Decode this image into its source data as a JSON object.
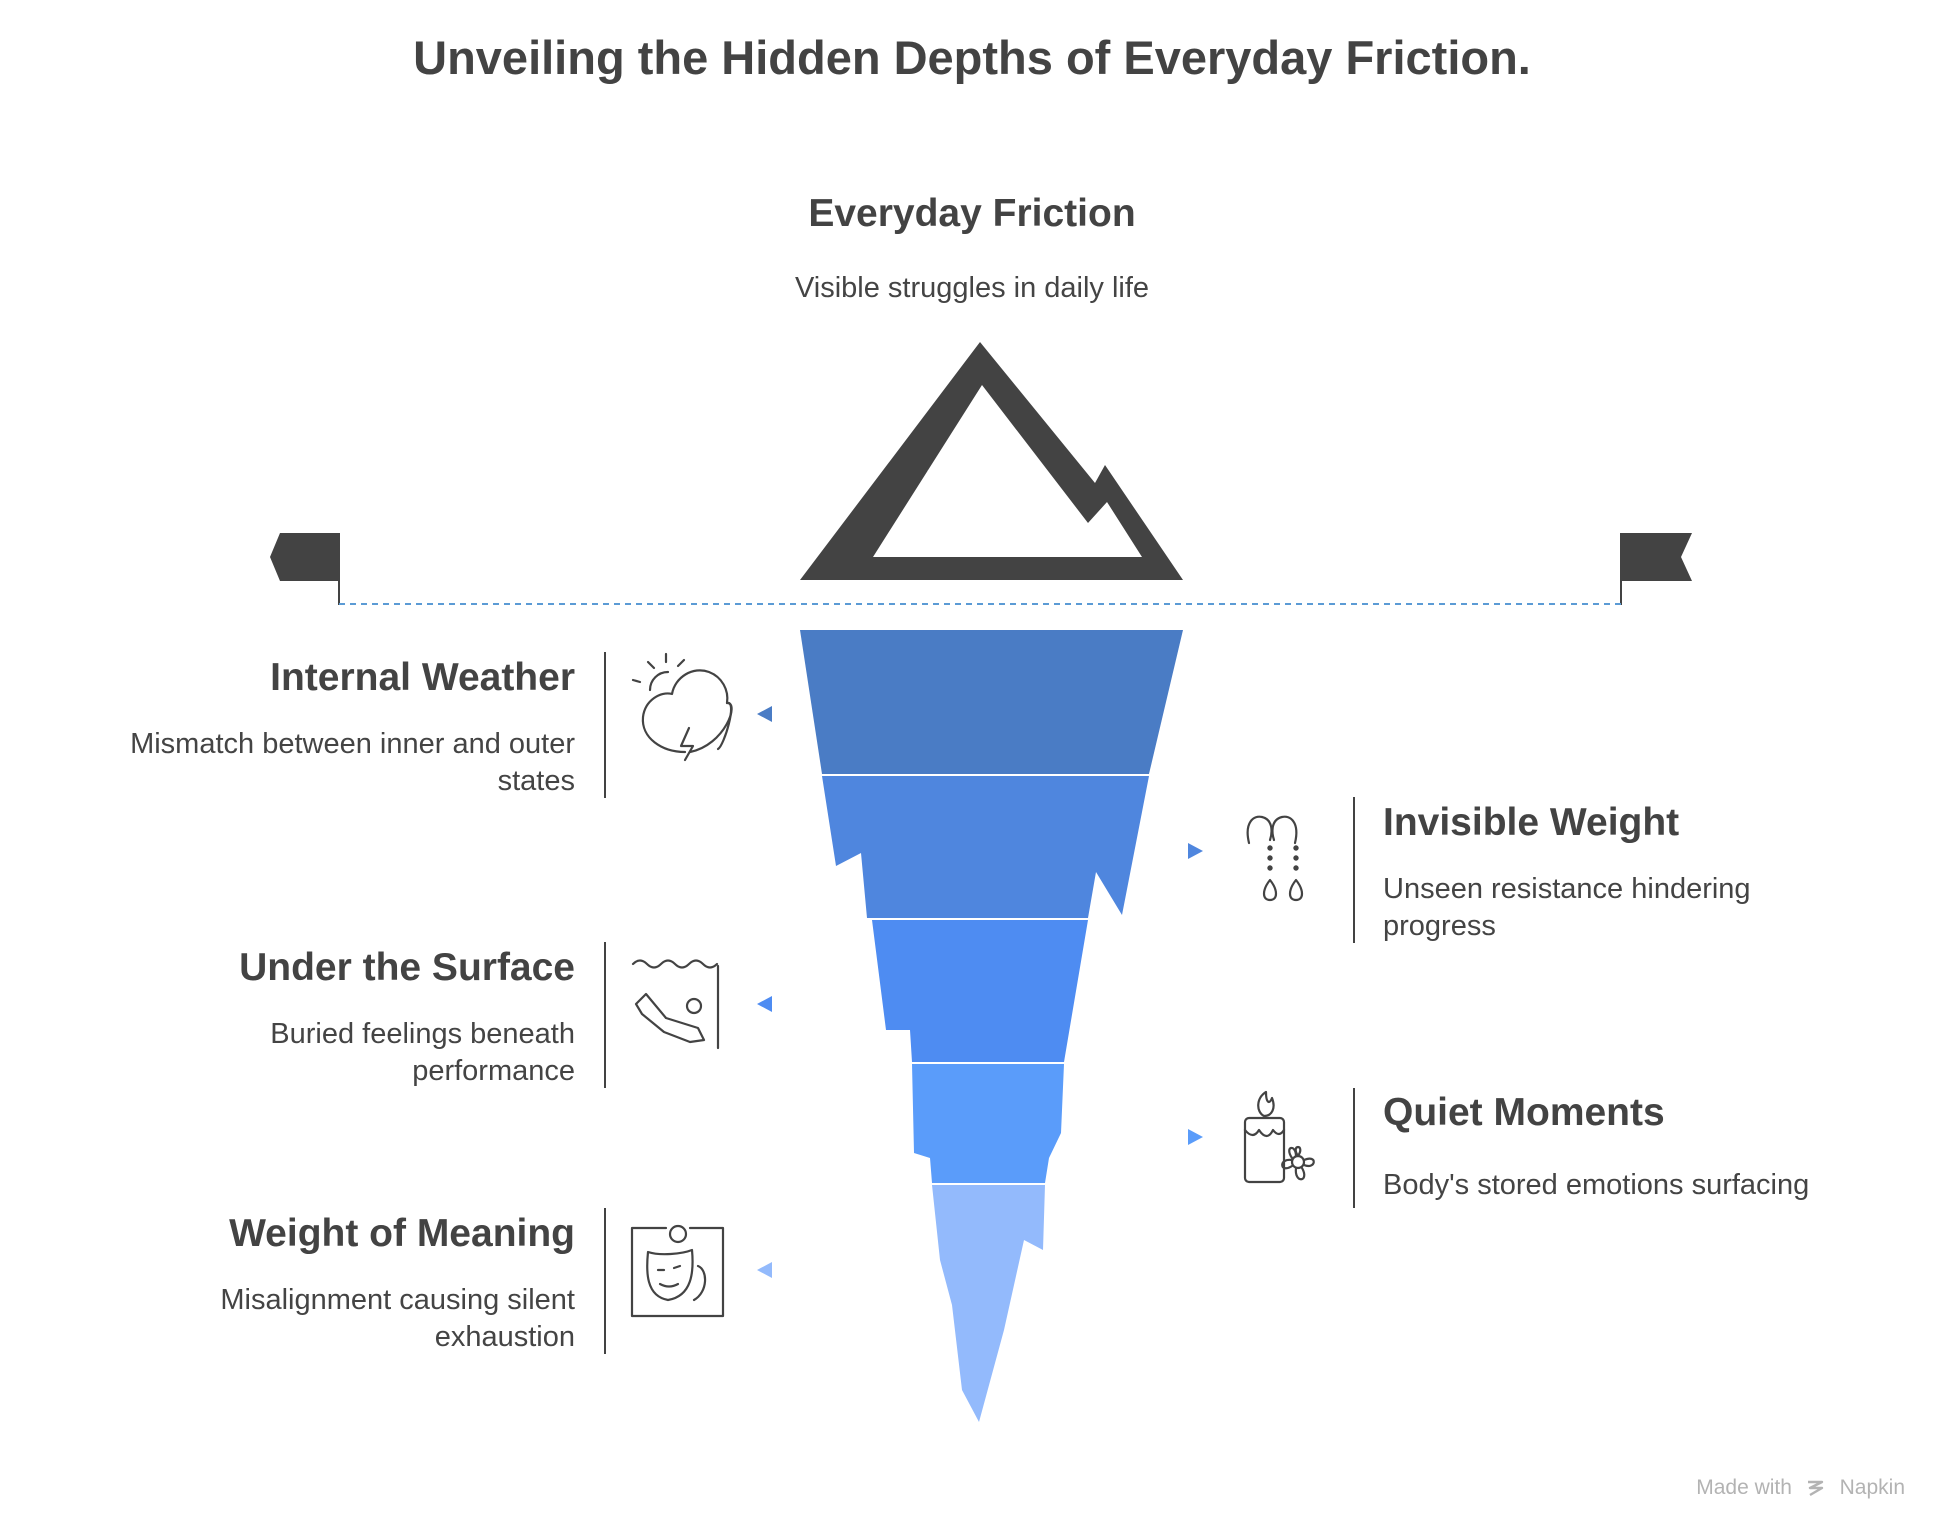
{
  "title": "Unveiling the Hidden Depths of Everyday Friction.",
  "top": {
    "heading": "Everyday Friction",
    "description": "Visible struggles in daily life"
  },
  "left_items": [
    {
      "heading": "Internal Weather",
      "description_lines": [
        "Mismatch between inner and outer",
        "states"
      ],
      "icon": "storm-cloud-icon"
    },
    {
      "heading": "Under the Surface",
      "description_lines": [
        "Buried feelings beneath",
        "performance"
      ],
      "icon": "underwater-swimmer-icon"
    },
    {
      "heading": "Weight of Meaning",
      "description_lines": [
        "Misalignment causing silent",
        "exhaustion"
      ],
      "icon": "person-mask-icon"
    }
  ],
  "right_items": [
    {
      "heading": "Invisible Weight",
      "description_lines": [
        "Unseen resistance hindering",
        "progress"
      ],
      "icon": "hanging-weights-icon"
    },
    {
      "heading": "Quiet Moments",
      "description_lines": [
        "Body's stored emotions surfacing"
      ],
      "icon": "candle-flower-icon"
    }
  ],
  "footer": {
    "made_with": "Made with",
    "brand": "Napkin"
  },
  "colors": {
    "dark": "#434343",
    "waterline": "#5b9bd5",
    "layers": [
      "#4a7cc5",
      "#4f86de",
      "#4e8cf2",
      "#5a9cfa",
      "#93bafc"
    ],
    "markers": [
      "#4a7cc5",
      "#4f86de",
      "#4e8cf2",
      "#5a9cfa",
      "#93bafc"
    ]
  }
}
